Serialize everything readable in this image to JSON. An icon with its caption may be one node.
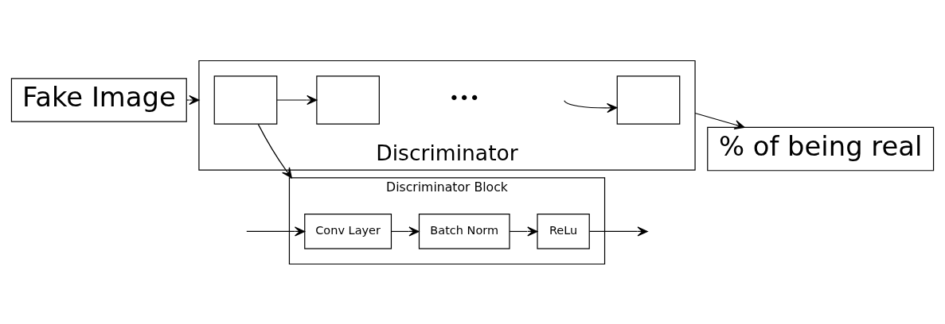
{
  "diagram": {
    "nodes": [
      {
        "text": [
          "Discriminator Block"
        ]
      },
      {
        "text": [
          "Conv Layer"
        ],
        "in": 0
      },
      {
        "text": [
          "Batch Norm"
        ],
        "in": 0
      },
      {
        "text": [
          "ReLu"
        ],
        "in": 0
      },
      {
        "text": [
          "Fake Image"
        ]
      },
      {
        "text": [
          "Discriminator"
        ]
      },
      {
        "text": [],
        "shape": "box",
        "in": 5
      },
      {
        "text": [],
        "shape": "box",
        "in": 5
      },
      {
        "text": [],
        "shape": "box",
        "in": 5
      },
      {
        "text": [
          "% of being real"
        ]
      }
    ],
    "edges": [
      {
        "from": null,
        "to": 1,
        "arrow": "to"
      },
      {
        "from": 1,
        "to": 2,
        "arrow": "to"
      },
      {
        "from": 2,
        "to": 3,
        "arrow": "to"
      },
      {
        "from": 3,
        "to": null,
        "arrow": "to"
      },
      {
        "from": 4,
        "to": 5,
        "arrow": "to"
      },
      {
        "from": 6,
        "to": 7,
        "arrow": "to"
      },
      {
        "from": null,
        "to": 8,
        "arrow": "to"
      },
      {
        "from": 6,
        "to": 0,
        "arrow": "to"
      },
      {
        "from": 5,
        "to": 9,
        "arrow": "to"
      }
    ],
    "labels": [
      "•••"
    ]
  }
}
